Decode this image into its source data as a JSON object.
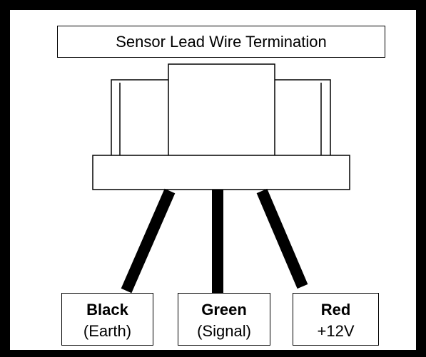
{
  "title": "Sensor Lead Wire Termination",
  "terminals": [
    {
      "name": "Black",
      "detail": "(Earth)",
      "color": "#000000"
    },
    {
      "name": "Green",
      "detail": "(Signal)",
      "color": "#000000"
    },
    {
      "name": "Red",
      "detail": "+12V",
      "color": "#000000"
    }
  ]
}
